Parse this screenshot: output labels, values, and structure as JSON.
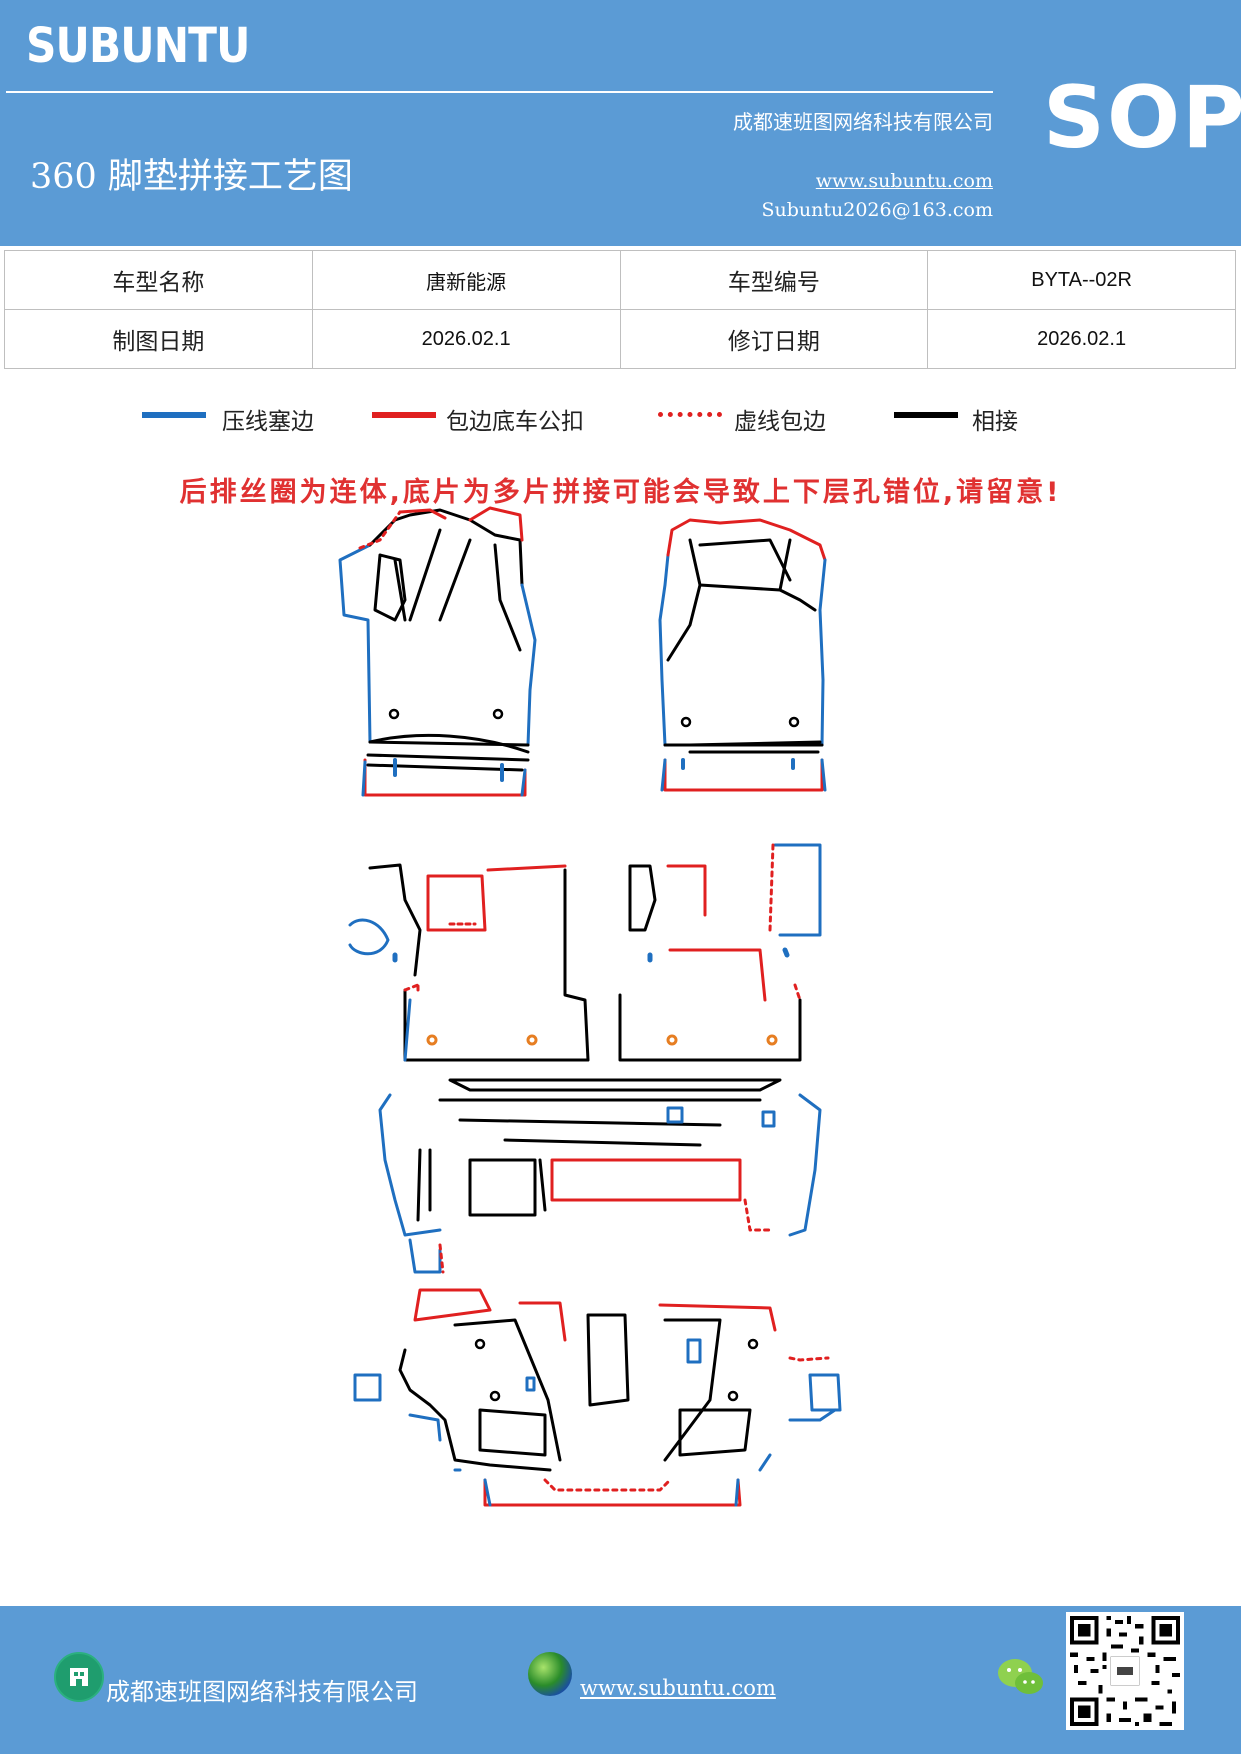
{
  "header": {
    "brand": "SUBUNTU",
    "company": "成都速班图网络科技有限公司",
    "title": "360 脚垫拼接工艺图",
    "website": "www.subuntu.com",
    "email": "Subuntu2026@163.com",
    "badge": "SOP"
  },
  "info_table": {
    "model_name_label": "车型名称",
    "model_name_value": "唐新能源",
    "model_code_label": "车型编号",
    "model_code_value": "BYTA--02R",
    "draw_date_label": "制图日期",
    "draw_date_value": "2026.02.1",
    "revise_date_label": "修订日期",
    "revise_date_value": "2026.02.1"
  },
  "legend": {
    "items": [
      {
        "label": "压线塞边",
        "color": "#1f6fc0",
        "style": "solid"
      },
      {
        "label": "包边底车公扣",
        "color": "#e02020",
        "style": "solid"
      },
      {
        "label": "虚线包边",
        "color": "#e02020",
        "style": "dotted"
      },
      {
        "label": "相接",
        "color": "#000000",
        "style": "solid"
      }
    ]
  },
  "warning": "后排丝圈为连体,底片为多片拼接可能会导致上下层孔错位,请留意!",
  "footer": {
    "company": "成都速班图网络科技有限公司",
    "website": "www.subuntu.com",
    "home_icon": "building-icon",
    "globe_icon": "globe-icon",
    "wechat_icon": "wechat-icon"
  },
  "colors": {
    "header_bg": "#5b9bd5",
    "blue_line": "#1f6fc0",
    "red_line": "#e02020",
    "black_line": "#000000",
    "warning_text": "#e03131"
  }
}
